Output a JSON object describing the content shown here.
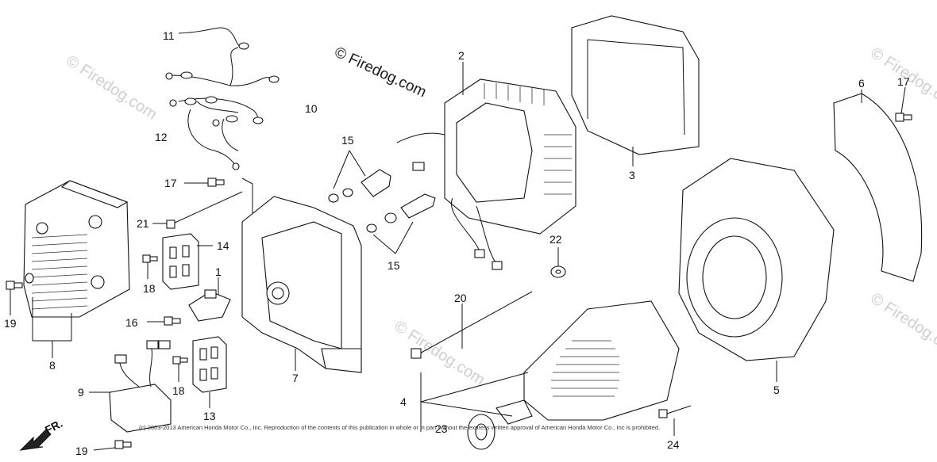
{
  "watermark": {
    "main": "© Firedog.com",
    "faint": "© Firedog.com"
  },
  "copyright": "(c) 2003-2013 American Honda Motor Co., Inc. Reproduction of the contents of this publication in whole or in part without the express written approval of American Honda Motor Co., Inc is prohibited.",
  "direction_label": "FR.",
  "callouts": [
    "1",
    "2",
    "3",
    "4",
    "5",
    "6",
    "7",
    "8",
    "9",
    "10",
    "11",
    "12",
    "13",
    "14",
    "15",
    "15",
    "16",
    "17",
    "17",
    "18",
    "18",
    "19",
    "19",
    "20",
    "21",
    "22",
    "23",
    "24"
  ]
}
